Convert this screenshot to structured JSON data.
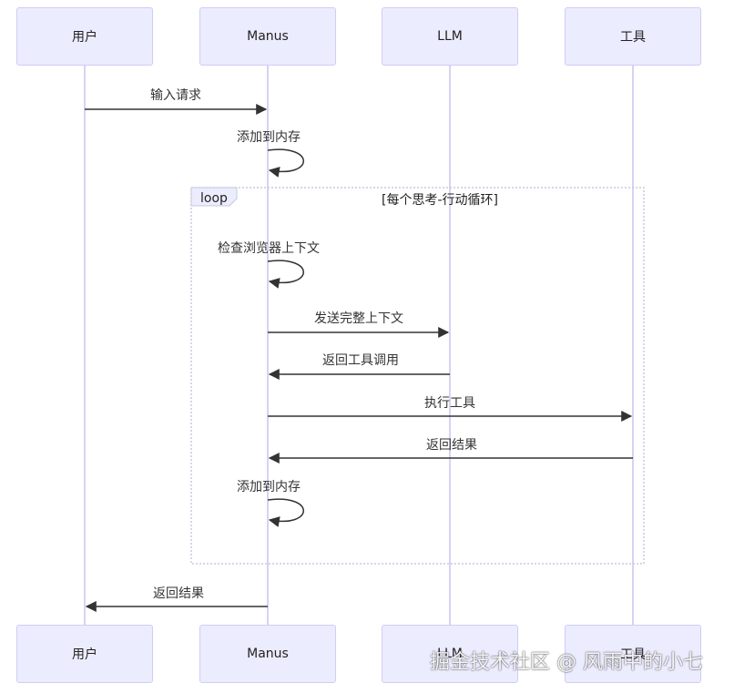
{
  "actors": [
    {
      "id": "user",
      "label": "用户"
    },
    {
      "id": "manus",
      "label": "Manus"
    },
    {
      "id": "llm",
      "label": "LLM"
    },
    {
      "id": "tool",
      "label": "工具"
    }
  ],
  "loop": {
    "tag": "loop",
    "condition": "[每个思考-行动循环]"
  },
  "messages": [
    {
      "from": "user",
      "to": "manus",
      "label": "输入请求"
    },
    {
      "from": "manus",
      "to": "manus",
      "label": "添加到内存"
    },
    {
      "from": "manus",
      "to": "manus",
      "label": "检查浏览器上下文"
    },
    {
      "from": "manus",
      "to": "llm",
      "label": "发送完整上下文"
    },
    {
      "from": "llm",
      "to": "manus",
      "label": "返回工具调用"
    },
    {
      "from": "manus",
      "to": "tool",
      "label": "执行工具"
    },
    {
      "from": "tool",
      "to": "manus",
      "label": "返回结果"
    },
    {
      "from": "manus",
      "to": "manus",
      "label": "添加到内存"
    },
    {
      "from": "manus",
      "to": "user",
      "label": "返回结果"
    }
  ],
  "watermark": "掘金技术社区 @ 风雨中的小七",
  "colors": {
    "actor_fill": "#ececff",
    "actor_border": "#cfcdf3",
    "lifeline": "#d7d3f3",
    "arrow": "#333333",
    "loop_border": "#c8c8e0"
  }
}
